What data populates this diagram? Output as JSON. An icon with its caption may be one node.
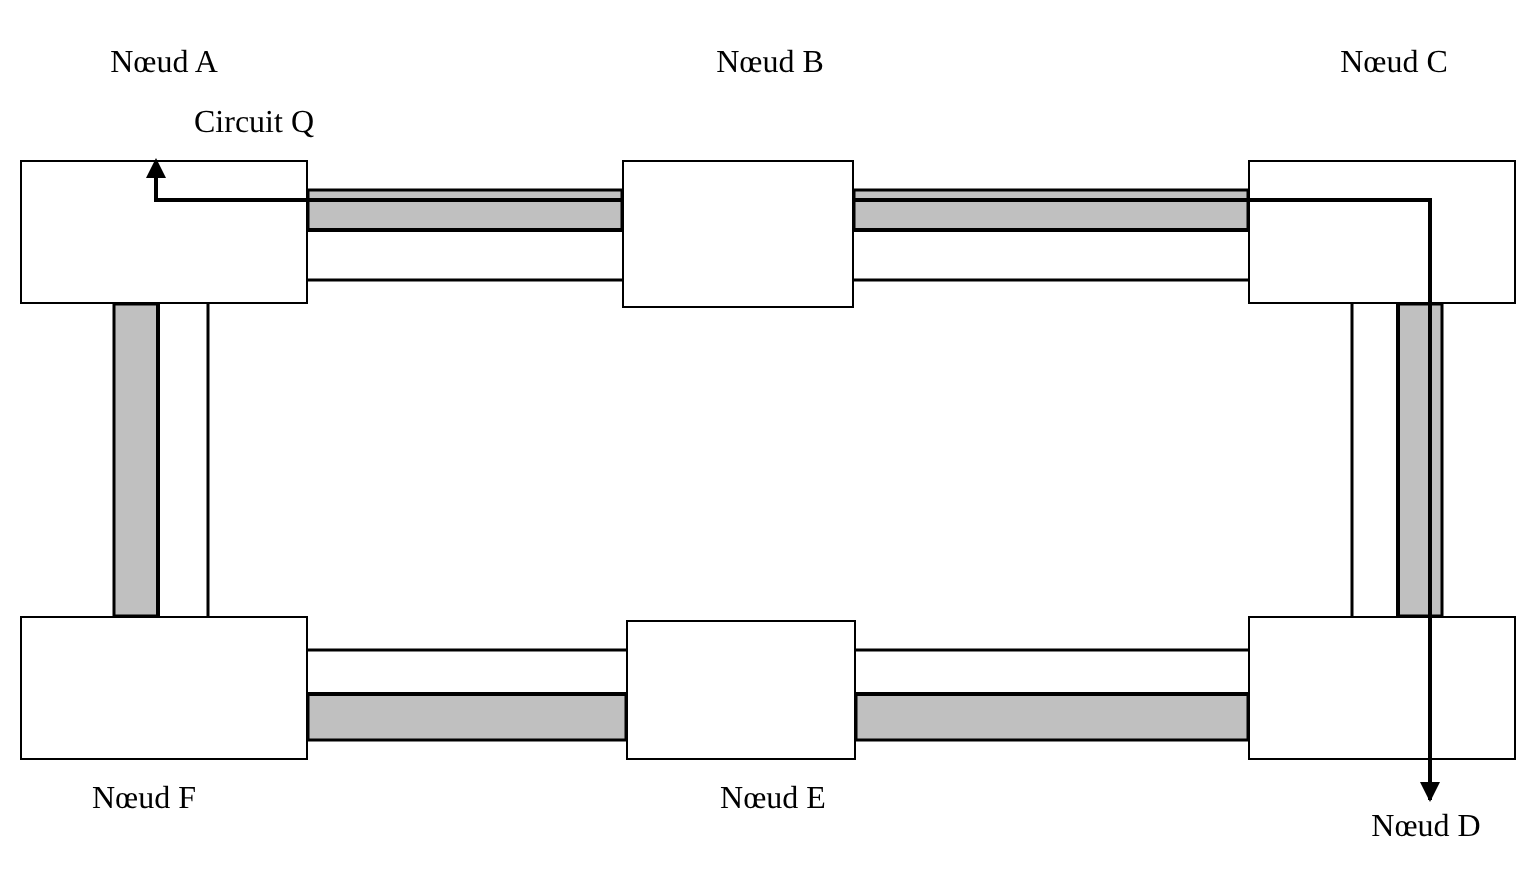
{
  "diagram": {
    "nodes": [
      {
        "text": [
          "Nœud A"
        ]
      },
      {
        "text": [
          "Nœud B"
        ]
      },
      {
        "text": [
          "Nœud C"
        ]
      },
      {
        "text": [
          "Nœud F"
        ]
      },
      {
        "text": [
          "Nœud E"
        ]
      },
      {
        "text": [
          "Nœud D"
        ]
      }
    ],
    "edges": [
      {
        "from": 0,
        "to": 1,
        "arrow": "none"
      },
      {
        "from": 1,
        "to": 2,
        "arrow": "none"
      },
      {
        "from": 2,
        "to": 5,
        "arrow": "none"
      },
      {
        "from": 5,
        "to": 4,
        "arrow": "none"
      },
      {
        "from": 4,
        "to": 3,
        "arrow": "none"
      },
      {
        "from": 3,
        "to": 0,
        "arrow": "none"
      },
      {
        "from": 1,
        "to": 0,
        "arrow": "to",
        "label": "Circuit Q"
      },
      {
        "from": 1,
        "to": 2,
        "arrow": "none"
      },
      {
        "from": 2,
        "to": 5,
        "arrow": "to"
      }
    ]
  }
}
